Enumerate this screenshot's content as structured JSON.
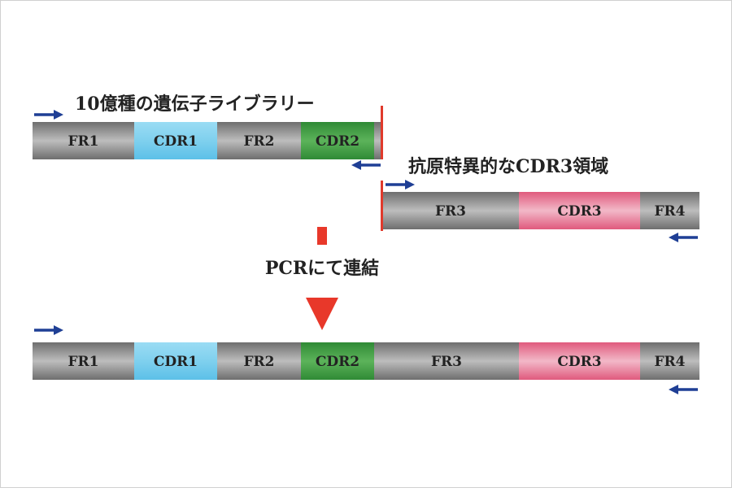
{
  "library_label": "10億種の遺伝子ライブラリー",
  "antigen_label": "抗原特異的なCDR3領域",
  "pcr_label": "PCRにて連結",
  "colors": {
    "framework": "#a3a3a3",
    "cdr1": "#7fd0ee",
    "cdr2": "#4fa84a",
    "cdr3": "#ea9cb2",
    "primer": "#1f3f95",
    "cut_line": "#e03a2c",
    "process_arrow": "#e8382a",
    "frame_border": "#d0d0d0"
  },
  "top_left_segments": [
    {
      "label": "FR1",
      "kind": "framework"
    },
    {
      "label": "CDR1",
      "kind": "cdr1"
    },
    {
      "label": "FR2",
      "kind": "framework"
    },
    {
      "label": "CDR2",
      "kind": "cdr2"
    }
  ],
  "top_right_segments": [
    {
      "label": "FR3",
      "kind": "framework"
    },
    {
      "label": "CDR3",
      "kind": "cdr3"
    },
    {
      "label": "FR4",
      "kind": "framework"
    }
  ],
  "result_segments": [
    {
      "label": "FR1",
      "kind": "framework"
    },
    {
      "label": "CDR1",
      "kind": "cdr1"
    },
    {
      "label": "FR2",
      "kind": "framework"
    },
    {
      "label": "CDR2",
      "kind": "cdr2"
    },
    {
      "label": "FR3",
      "kind": "framework"
    },
    {
      "label": "CDR3",
      "kind": "cdr3"
    },
    {
      "label": "FR4",
      "kind": "framework"
    }
  ]
}
